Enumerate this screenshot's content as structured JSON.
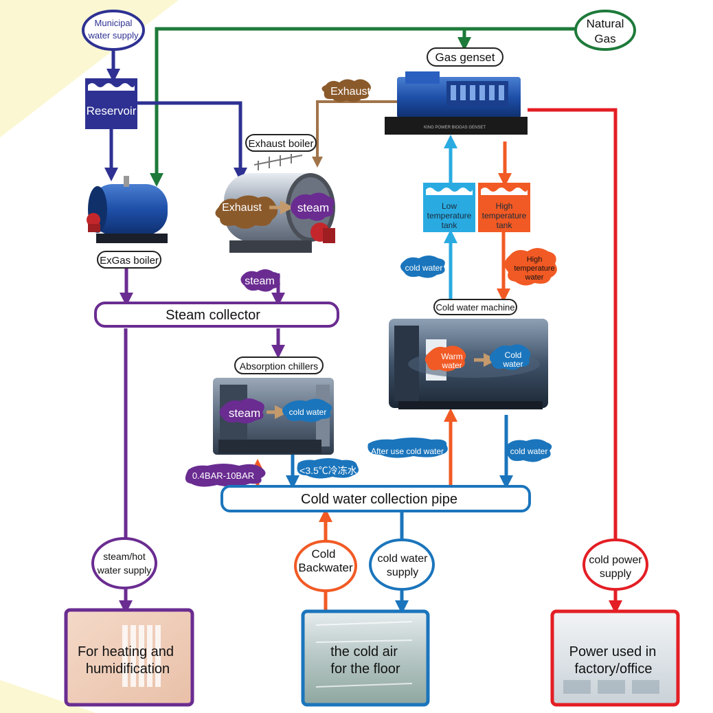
{
  "sources": {
    "municipal_water": [
      "Municipal",
      "water supply"
    ],
    "natural_gas": [
      "Natural",
      "Gas"
    ]
  },
  "reservoir": "Reservoir",
  "gas_genset": "Gas genset",
  "genset_plate": "KING POWER BIOGAS GENSET",
  "exhaust_tag": "Exhaust",
  "exhaust_boiler": "Exhaust boiler",
  "exgas_boiler": "ExGas boiler",
  "boiler_flow": {
    "from": "Exhaust",
    "to": "steam"
  },
  "steam_tag": "steam",
  "steam_collector": "Steam collector",
  "absorption_chillers": "Absorption chillers",
  "chiller_flow": {
    "from": "steam",
    "to": "cold water"
  },
  "pressure_tag": "0.4BAR-10BAR",
  "chilled_tag": "<3.5℃冷冻水",
  "cold_water_collection_pipe": "Cold water collection pipe",
  "low_temp_tank": [
    "Low",
    "temperature",
    "tank"
  ],
  "high_temp_tank": [
    "High",
    "temperature",
    "tank"
  ],
  "cold_water_tag": "cold water",
  "high_temp_water_tag": [
    "High",
    "temperature",
    "water"
  ],
  "cold_water_machine": "Cold water machine",
  "machine_flow": {
    "from": [
      "Warm",
      "water"
    ],
    "to": [
      "Cold",
      "water"
    ]
  },
  "after_use_tag": "After use cold water",
  "cold_water_tag2": "cold water",
  "steam_hot_supply": [
    "steam/hot",
    "water supply"
  ],
  "cold_backwater": [
    "Cold",
    "Backwater"
  ],
  "cold_water_supply": [
    "cold water",
    "supply"
  ],
  "cold_power_supply": [
    "cold power",
    "supply"
  ],
  "destinations": {
    "heating": [
      "For heating and",
      "humidification"
    ],
    "cold_air": [
      "the cold air",
      "for the floor"
    ],
    "power": [
      "Power used in",
      "factory/office"
    ]
  },
  "colors": {
    "navy": "#2e3192",
    "green": "#1e7a3a",
    "purple": "#6a2c91",
    "brown": "#8b5a2b",
    "blue": "#1b75bc",
    "lightblue": "#29abe2",
    "orange": "#f15a24",
    "red": "#e31e24",
    "yellow_bg": "#faf7d2"
  }
}
